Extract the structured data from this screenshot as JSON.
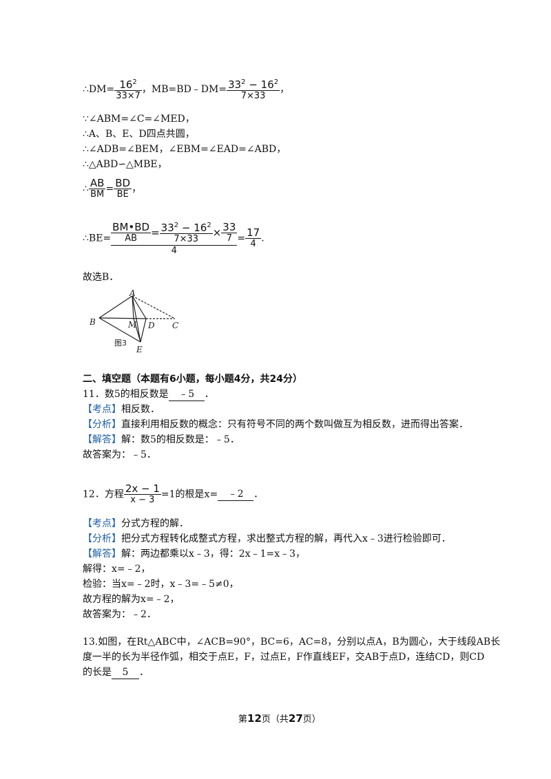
{
  "lines": {
    "dm_prefix": "∴DM=",
    "dm_num": "16",
    "dm_num_exp": "2",
    "dm_den": "33×7",
    "mb_mid": "，MB=BD﹣DM=",
    "mb_num_a": "33",
    "mb_num_exp_a": "2",
    "mb_num_mid": " − 16",
    "mb_num_exp_b": "2",
    "mb_den": "7×33",
    "mb_tail": "，",
    "angle_eq": "∵∠ABM=∠C=∠MED，",
    "concyclic": "∴A、B、E、D四点共圆，",
    "angles": "∴∠ADB=∠BEM，∠EBM=∠EAD=∠ABD，",
    "similar": "∴△ABD∽△MBE，",
    "ratio_prefix": "∴",
    "ratio_num_a": "AB",
    "ratio_den_a": "BM",
    "ratio_eq": "=",
    "ratio_num_b": "BD",
    "ratio_den_b": "BE",
    "ratio_tail": "，",
    "be_prefix": "∴BE=",
    "be_inner_num": "BM•BD",
    "be_inner_den": "AB",
    "be_eq1": "=",
    "be_big_num_a": "33",
    "be_big_num_exp_a": "2",
    "be_big_num_mid": " − 16",
    "be_big_num_exp_b": "2",
    "be_big_den": "7×33",
    "be_times": "×",
    "be_frac2_num": "33",
    "be_frac2_den": "7",
    "be_outer_den": "4",
    "be_eq2": "=",
    "be_res_num": "17",
    "be_res_den": "4",
    "be_tail": ".",
    "choose": "故选B．"
  },
  "figure": {
    "labels": {
      "A": "A",
      "B": "B",
      "M": "M",
      "D": "D",
      "C": "C",
      "E": "E"
    },
    "caption": "图3"
  },
  "section": {
    "heading": "二、填空题（本题有6小题，每小题4分，共24分）"
  },
  "q11": {
    "stem_pre": "11．数5的相反数是",
    "answer": "﹣5",
    "stem_post": "．",
    "kaodian_tag": "【考点】",
    "kaodian": "相反数．",
    "fenxi_tag": "【分析】",
    "fenxi": "直接利用相反数的概念：只有符号不同的两个数叫做互为相反数，进而得出答案．",
    "jieda_tag": "【解答】",
    "jieda": "解：数5的相反数是：﹣5．",
    "final": "故答案为：﹣5．"
  },
  "q12": {
    "stem_pre": "12．方程",
    "frac_num": "2x − 1",
    "frac_den": "x − 3",
    "stem_mid": "=1的根是x=",
    "answer": "﹣2",
    "stem_post": "．",
    "kaodian_tag": "【考点】",
    "kaodian": "分式方程的解．",
    "fenxi_tag": "【分析】",
    "fenxi": "把分式方程转化成整式方程，求出整式方程的解，再代入x﹣3进行检验即可．",
    "jieda_tag": "【解答】",
    "jieda": "解：两边都乘以x﹣3，得：2x﹣1=x﹣3，",
    "step1": "解得：x=﹣2，",
    "step2": "检验：当x=﹣2时，x﹣3=﹣5≠0，",
    "step3": "故方程的解为x=﹣2，",
    "final": "故答案为：﹣2．"
  },
  "q13": {
    "line1": "13.如图，在Rt△ABC中，∠ACB=90°，BC=6，AC=8，分别以点A，B为圆心，大于线段AB长",
    "line2": "度一半的长为半径作弧，相交于点E，F，过点E，F作直线EF，交AB于点D，连结CD，则CD",
    "line3_pre": "的长是",
    "answer": "5",
    "line3_post": "．"
  },
  "footer": {
    "pre": "第",
    "page": "12",
    "mid": "页（共",
    "total": "27",
    "post": "页）"
  },
  "colors": {
    "tag": "#1f5fa8",
    "text": "#111111"
  }
}
